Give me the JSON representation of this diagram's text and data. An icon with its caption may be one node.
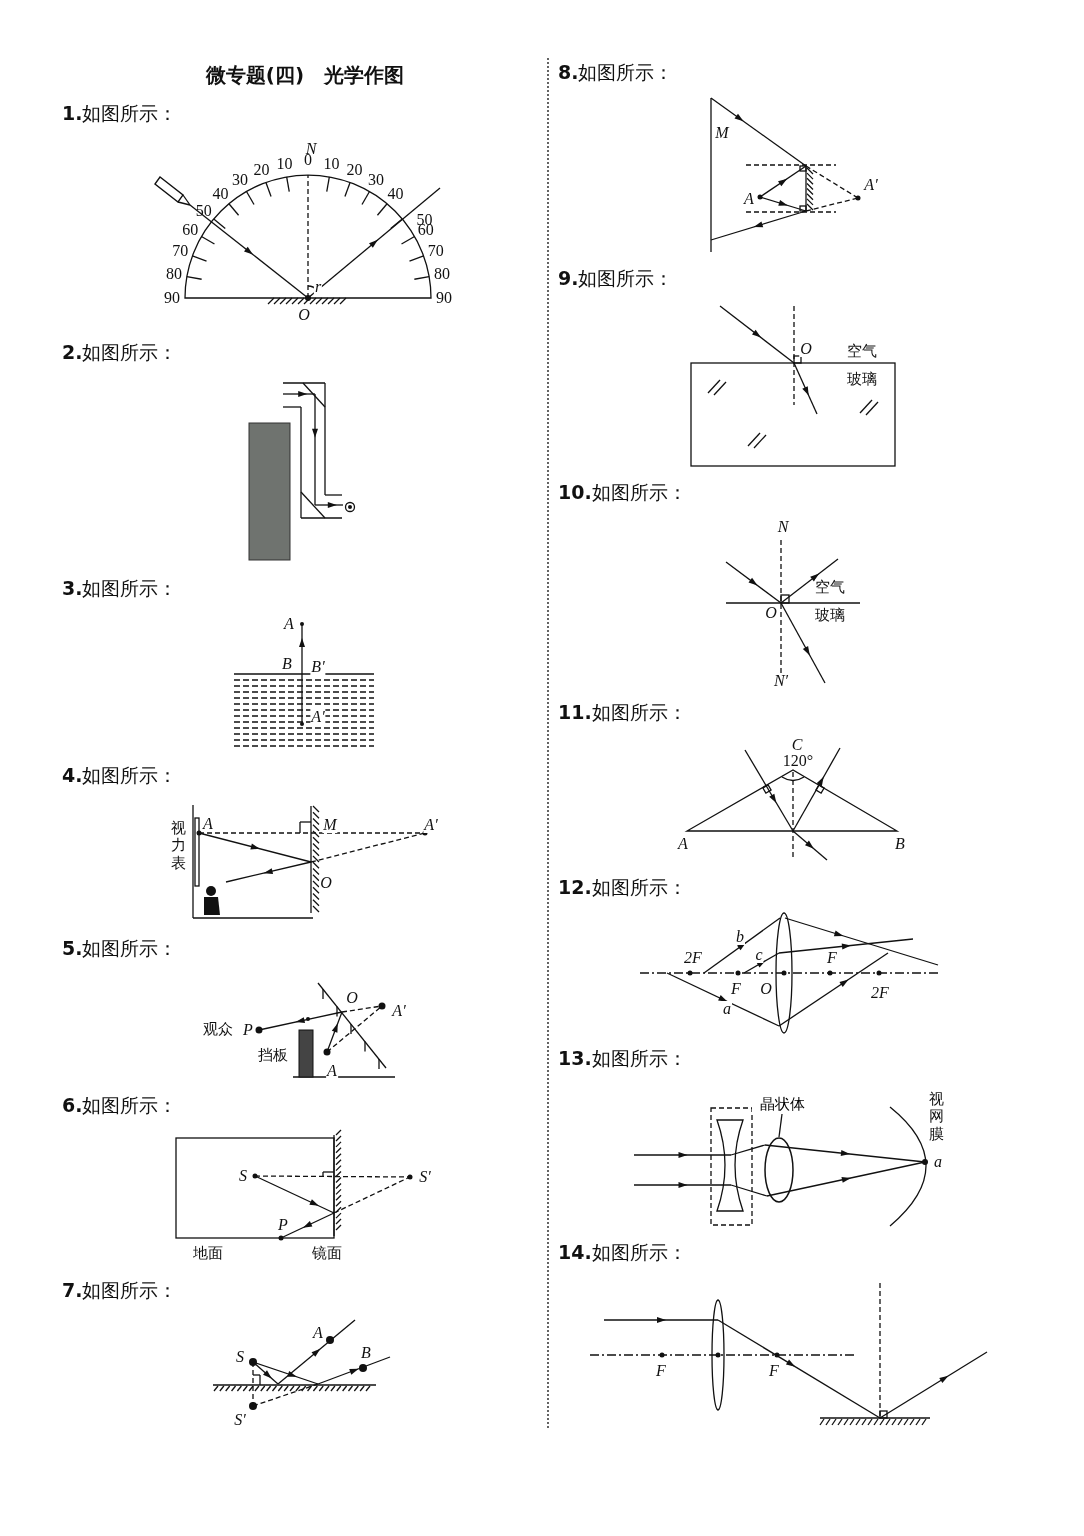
{
  "diagram": {
    "title": "微专题(四)　光学作图",
    "nodes": [
      {
        "text": [
          "晶状体"
        ]
      },
      {
        "text": [],
        "shape": "circle"
      }
    ],
    "edges": [
      {
        "from": 0,
        "to": 1,
        "arrow": "none"
      }
    ],
    "labels": [
      "**1.**如图所示：",
      "N",
      "90",
      "80",
      "70",
      "60",
      "50",
      "40",
      "30",
      "20",
      "10",
      "0",
      "10",
      "20",
      "30",
      "40",
      "50",
      "60",
      "70",
      "80",
      "90",
      "r",
      "O",
      "**2.**如图所示：",
      "**3.**如图所示：",
      "A",
      "B",
      "B′",
      "A′",
      "**4.**如图所示：",
      "视力表",
      "A",
      "M",
      "A′",
      "O",
      "**5.**如图所示：",
      "O",
      "A′",
      "观众",
      "P",
      "挡板",
      "A",
      "**6.**如图所示：",
      "S",
      "S′",
      "P",
      "地面",
      "镜面",
      "**7.**如图所示：",
      "A",
      "S",
      "B",
      "S′",
      "**8.**如图所示：",
      "M",
      "A′",
      "A",
      "**9.**如图所示：",
      "O",
      "空气",
      "玻璃",
      "**10.**如图所示：",
      "N",
      "空气",
      "O",
      "玻璃",
      "N′",
      "**11.**如图所示：",
      "C",
      "120°",
      "A",
      "B",
      "**12.**如图所示：",
      "b",
      "c",
      "2F",
      "F",
      "F",
      "O",
      "2F",
      "a",
      "**13.**如图所示：",
      "视网膜",
      "a",
      "**14.**如图所示：",
      "F",
      "F"
    ]
  }
}
